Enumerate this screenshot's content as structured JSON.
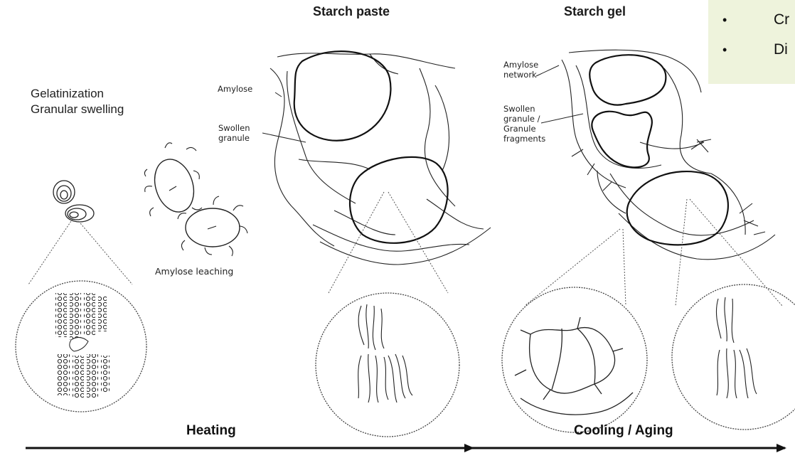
{
  "headings": {
    "starch_paste": "Starch paste",
    "starch_gel": "Starch gel"
  },
  "labels": {
    "gelatinization": "Gelatinization\nGranular swelling",
    "amylose_leaching": "Amylose leaching",
    "amylose": "Amylose",
    "swollen_granule": "Swollen\ngranule",
    "amylose_network": "Amylose\nnetwork",
    "swollen_fragments": "Swollen\ngranule /\nGranule\nfragments"
  },
  "arrows": {
    "heating": "Heating",
    "cooling": "Cooling / Aging"
  },
  "callout": {
    "background": "#eef3dc",
    "items": [
      "Cr",
      "Di"
    ]
  }
}
